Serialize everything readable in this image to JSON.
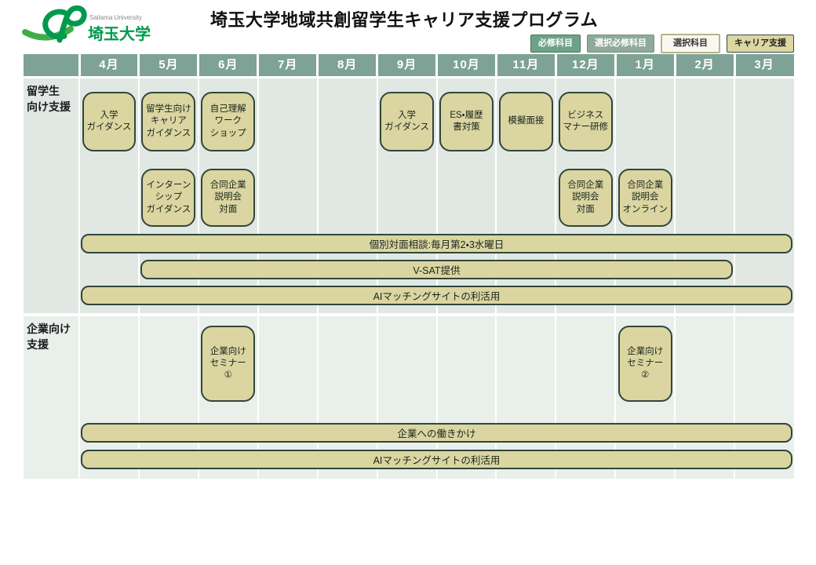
{
  "header": {
    "logo": {
      "en": "Saitama University",
      "ja": "埼玉大学"
    },
    "title": "埼玉大学地域共創留学生キャリア支援プログラム",
    "legend": [
      {
        "label": "必修科目",
        "type": "required"
      },
      {
        "label": "選択必修科目",
        "type": "elective_required"
      },
      {
        "label": "選択科目",
        "type": "elective"
      },
      {
        "label": "キャリア支援",
        "type": "career_support"
      }
    ]
  },
  "schedule": {
    "months": [
      "4月",
      "5月",
      "6月",
      "7月",
      "8月",
      "9月",
      "10月",
      "11月",
      "12月",
      "1月",
      "2月",
      "3月"
    ],
    "sections": [
      {
        "id": "students",
        "label_lines": [
          "留学生",
          "向け支援"
        ],
        "boxes": [
          {
            "month": "4月",
            "row": 0,
            "lines": [
              "入学",
              "ガイダンス"
            ]
          },
          {
            "month": "5月",
            "row": 0,
            "lines": [
              "留学生向け",
              "キャリア",
              "ガイダンス"
            ]
          },
          {
            "month": "6月",
            "row": 0,
            "lines": [
              "自己理解",
              "ワーク",
              "ショップ"
            ]
          },
          {
            "month": "9月",
            "row": 0,
            "lines": [
              "入学",
              "ガイダンス"
            ]
          },
          {
            "month": "10月",
            "row": 0,
            "lines": [
              "ES・履歴",
              "書対策"
            ]
          },
          {
            "month": "11月",
            "row": 0,
            "lines": [
              "模擬面接"
            ]
          },
          {
            "month": "12月",
            "row": 0,
            "lines": [
              "ビジネス",
              "マナー研修"
            ]
          },
          {
            "month": "5月",
            "row": 1,
            "lines": [
              "インターン",
              "シップ",
              "ガイダンス"
            ]
          },
          {
            "month": "6月",
            "row": 1,
            "lines": [
              "合同企業",
              "説明会",
              "対面"
            ]
          },
          {
            "month": "12月",
            "row": 1,
            "lines": [
              "合同企業",
              "説明会",
              "対面"
            ]
          },
          {
            "month": "1月",
            "row": 1,
            "lines": [
              "合同企業",
              "説明会",
              "オンライン"
            ]
          }
        ],
        "bars": [
          {
            "label": "個別対面相談:毎月第2・3水曜日",
            "start_month": "4月",
            "end_month": "3月"
          },
          {
            "label": "V-SAT提供",
            "start_month": "5月",
            "end_month": "2月"
          },
          {
            "label": "AIマッチングサイトの利活用",
            "start_month": "4月",
            "end_month": "3月"
          }
        ]
      },
      {
        "id": "companies",
        "label_lines": [
          "企業向け",
          "支援"
        ],
        "boxes": [
          {
            "month": "6月",
            "row": 0,
            "lines": [
              "企業向け",
              "セミナー",
              "①"
            ]
          },
          {
            "month": "1月",
            "row": 0,
            "lines": [
              "企業向け",
              "セミナー",
              "②"
            ]
          }
        ],
        "bars": [
          {
            "label": "企業への働きかけ",
            "start_month": "4月",
            "end_month": "3月"
          },
          {
            "label": "AIマッチングサイトの利活用",
            "start_month": "4月",
            "end_month": "3月"
          }
        ]
      }
    ]
  },
  "colors": {
    "header_bg": "#7EA295",
    "section_students_bg": "#E1E8E4",
    "section_companies_bg": "#E9EFEB",
    "box_fill": "#DBD5A1",
    "box_border": "#31463B",
    "legend_required_bg": "#6EA287",
    "legend_elective_required_bg": "#8FA99C",
    "legend_elective_bg": "#F9F8F0",
    "legend_elective_border": "#B7B489",
    "legend_career_bg": "#DCD6A3",
    "logo_green": "#009A4E"
  }
}
